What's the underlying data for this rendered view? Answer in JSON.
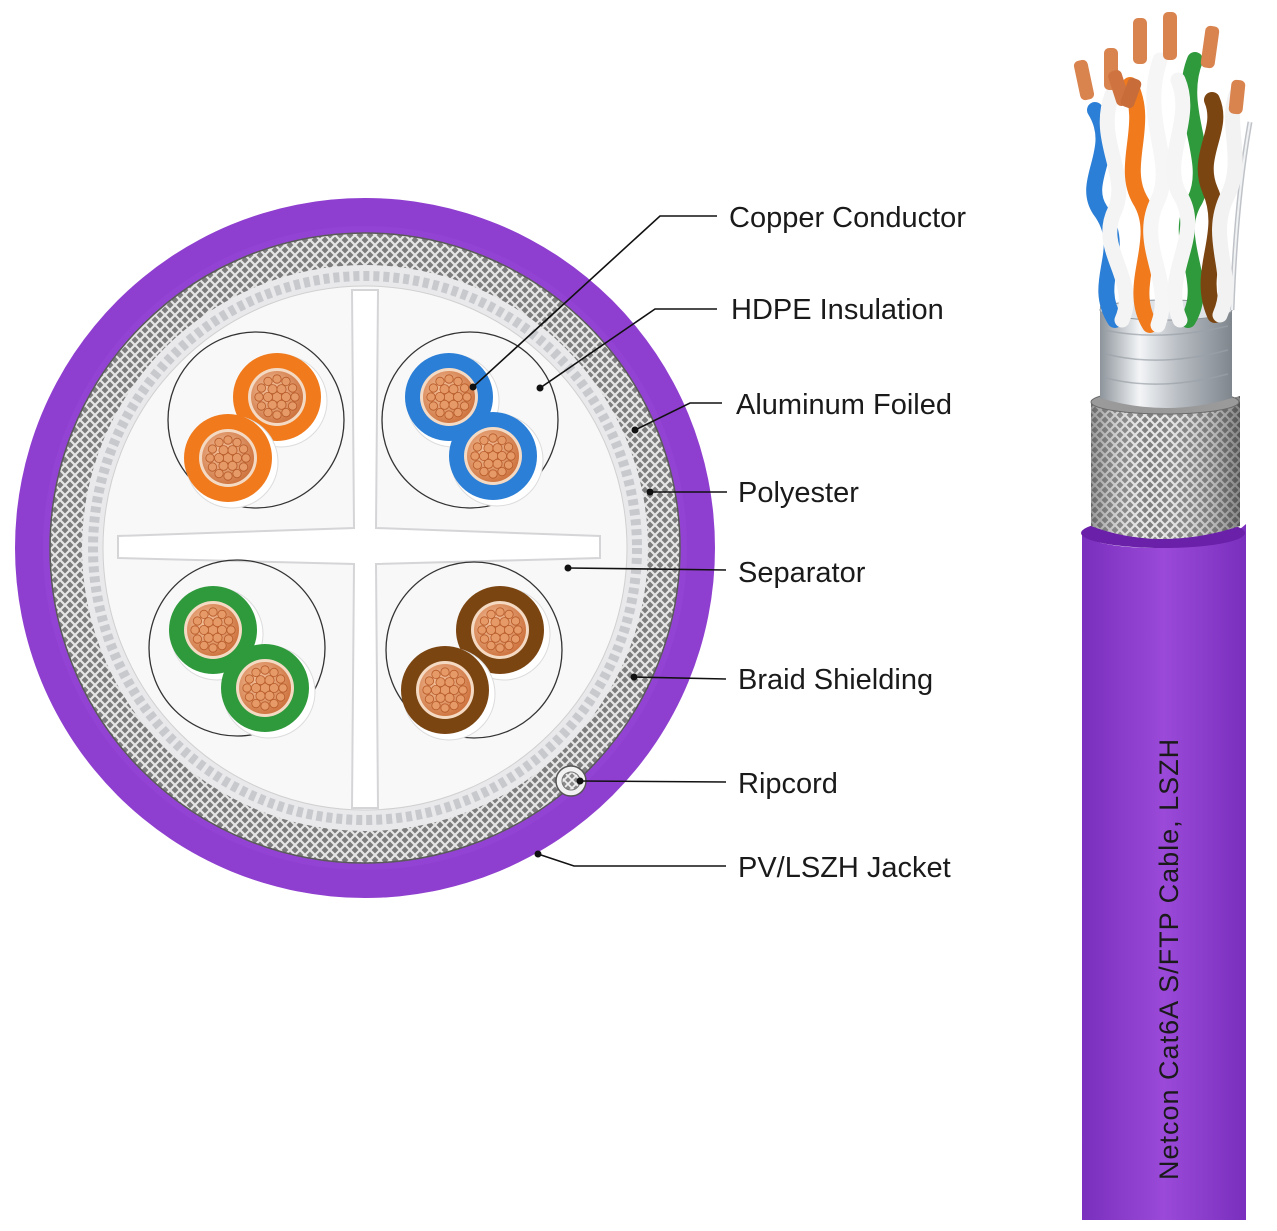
{
  "labels": [
    {
      "id": "copper-conductor",
      "text": "Copper Conductor"
    },
    {
      "id": "hdpe-insulation",
      "text": "HDPE Insulation"
    },
    {
      "id": "aluminum-foiled",
      "text": "Aluminum Foiled"
    },
    {
      "id": "polyester",
      "text": "Polyester"
    },
    {
      "id": "separator",
      "text": "Separator"
    },
    {
      "id": "braid-shielding",
      "text": "Braid Shielding"
    },
    {
      "id": "ripcord",
      "text": "Ripcord"
    },
    {
      "id": "pv-lszh-jacket",
      "text": "PV/LSZH Jacket"
    }
  ],
  "jacket_print": "Netcon Cat6A S/FTP Cable, LSZH",
  "colors": {
    "jacket": "#8f3fcf",
    "jacket_dark": "#6d22ad",
    "copper": "#d9834f",
    "orange": "#f07a1c",
    "blue": "#2b7fd6",
    "green": "#2e9a3c",
    "brown": "#7b4512",
    "braid": "#8e8e8e",
    "foil": "#c9cdd2"
  },
  "pairs": [
    {
      "color": "orange"
    },
    {
      "color": "blue"
    },
    {
      "color": "green"
    },
    {
      "color": "brown"
    }
  ]
}
